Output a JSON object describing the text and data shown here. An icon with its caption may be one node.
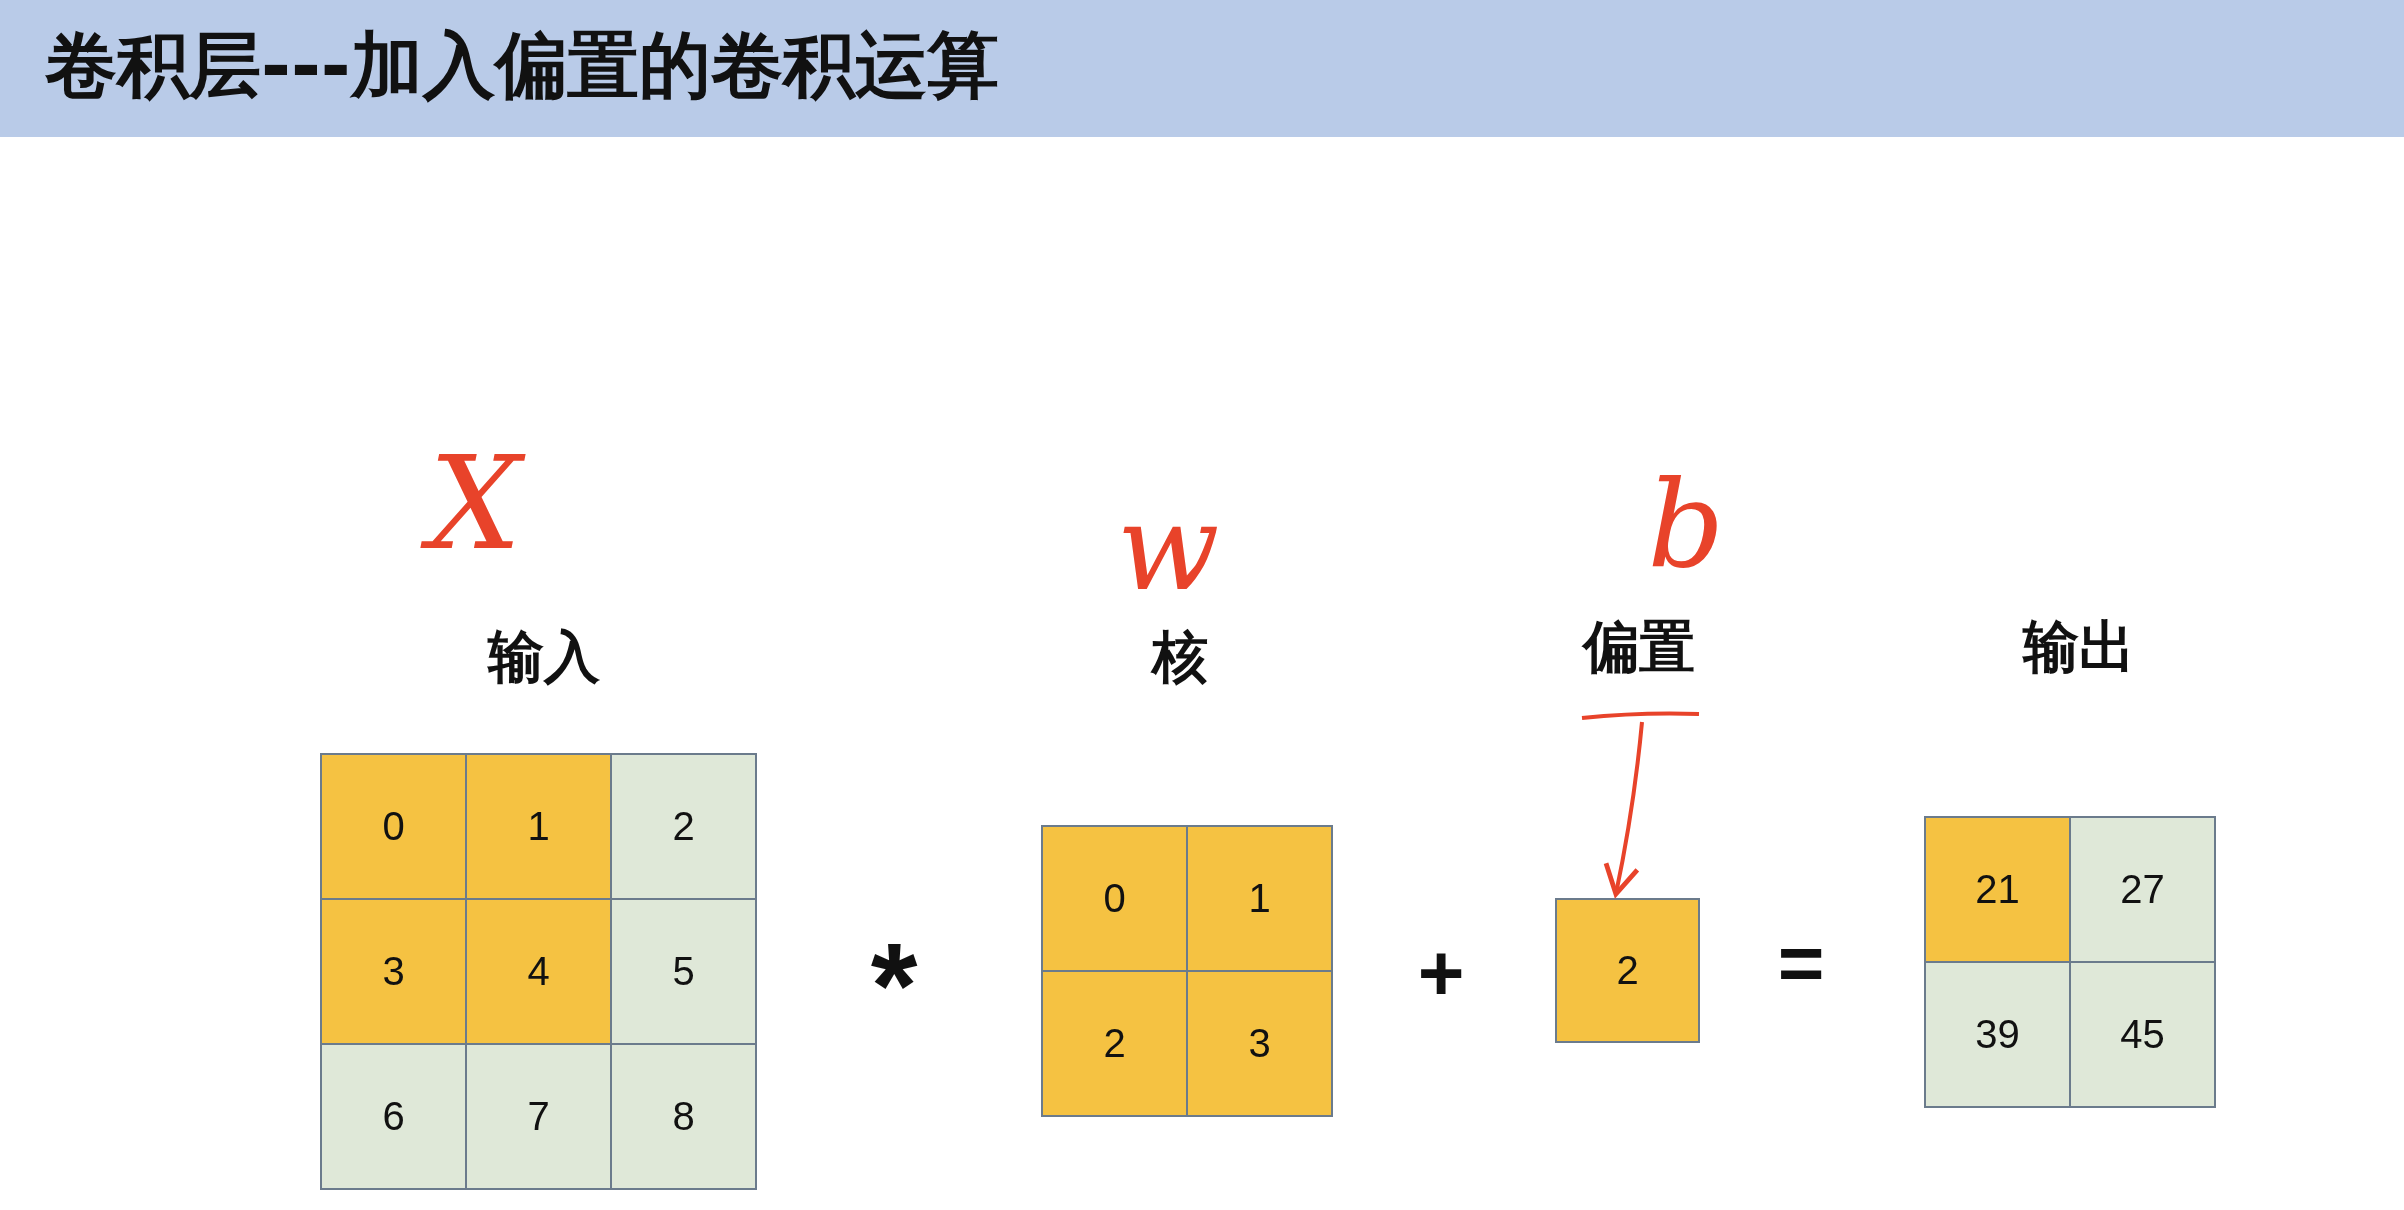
{
  "diagram": {
    "title": "卷积层---加入偏置的卷积运算",
    "nodes": [
      {
        "text": [
          "输入"
        ]
      },
      {
        "text": [
          "0"
        ],
        "in": 0
      },
      {
        "text": [
          "1"
        ],
        "in": 0
      },
      {
        "text": [
          "2"
        ],
        "in": 0
      },
      {
        "text": [
          "3"
        ],
        "in": 0
      },
      {
        "text": [
          "4"
        ],
        "in": 0
      },
      {
        "text": [
          "5"
        ],
        "in": 0
      },
      {
        "text": [
          "6"
        ],
        "in": 0
      },
      {
        "text": [
          "7"
        ],
        "in": 0
      },
      {
        "text": [
          "8"
        ],
        "in": 0
      },
      {
        "text": [
          "核"
        ]
      },
      {
        "text": [
          "0"
        ],
        "in": 10
      },
      {
        "text": [
          "1"
        ],
        "in": 10
      },
      {
        "text": [
          "2"
        ],
        "in": 10
      },
      {
        "text": [
          "3"
        ],
        "in": 10
      },
      {
        "text": [
          "偏置",
          "2"
        ]
      },
      {
        "text": [
          "输出"
        ]
      },
      {
        "text": [
          "21"
        ],
        "in": 16
      },
      {
        "text": [
          "27"
        ],
        "in": 16
      },
      {
        "text": [
          "39"
        ],
        "in": 16
      },
      {
        "text": [
          "45"
        ],
        "in": 16
      }
    ],
    "edges": [
      {
        "from": null,
        "to": 15,
        "arrow": "to"
      }
    ],
    "labels": [
      "X",
      "w",
      "b",
      "*",
      "+",
      "="
    ]
  }
}
